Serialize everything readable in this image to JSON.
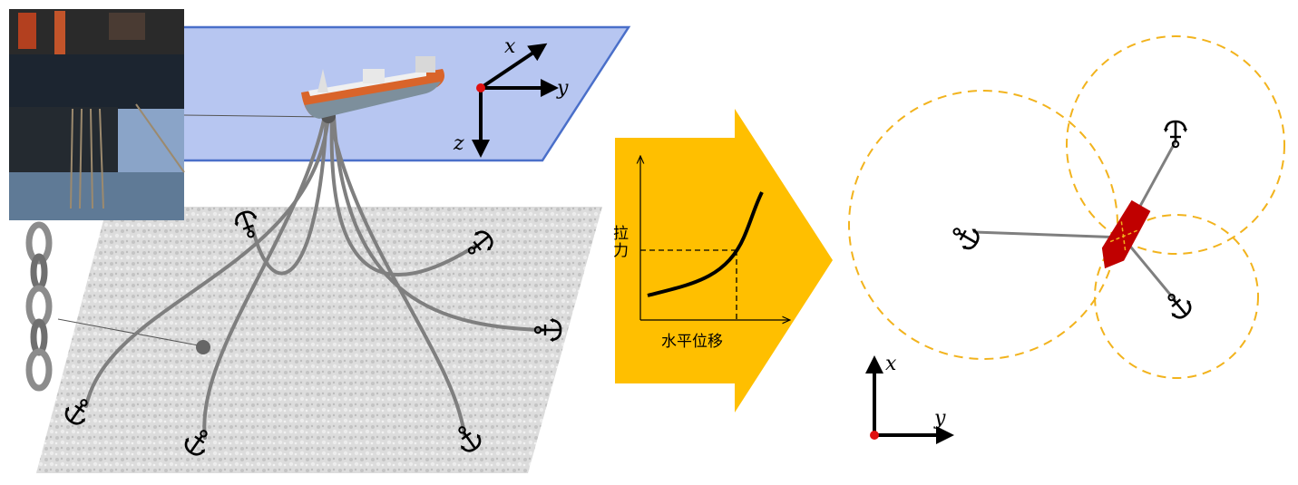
{
  "left_panel": {
    "axes": {
      "x": "x",
      "y": "y",
      "z": "z"
    },
    "colors": {
      "sea_plane": "#b7c6f1",
      "sea_border": "#4a6fc9",
      "seabed": "#d9d9d9",
      "line": "#7f7f7f",
      "origin": "#e01010"
    }
  },
  "center_panel": {
    "arrow_color": "#ffbf00",
    "curve_chart": {
      "ylabel": "拉力",
      "xlabel": "水平位移"
    }
  },
  "right_panel": {
    "axes": {
      "x": "x",
      "y": "y"
    },
    "colors": {
      "circle": "#f2b31d",
      "vessel": "#c00000",
      "line": "#7f7f7f",
      "origin": "#e01010"
    }
  }
}
